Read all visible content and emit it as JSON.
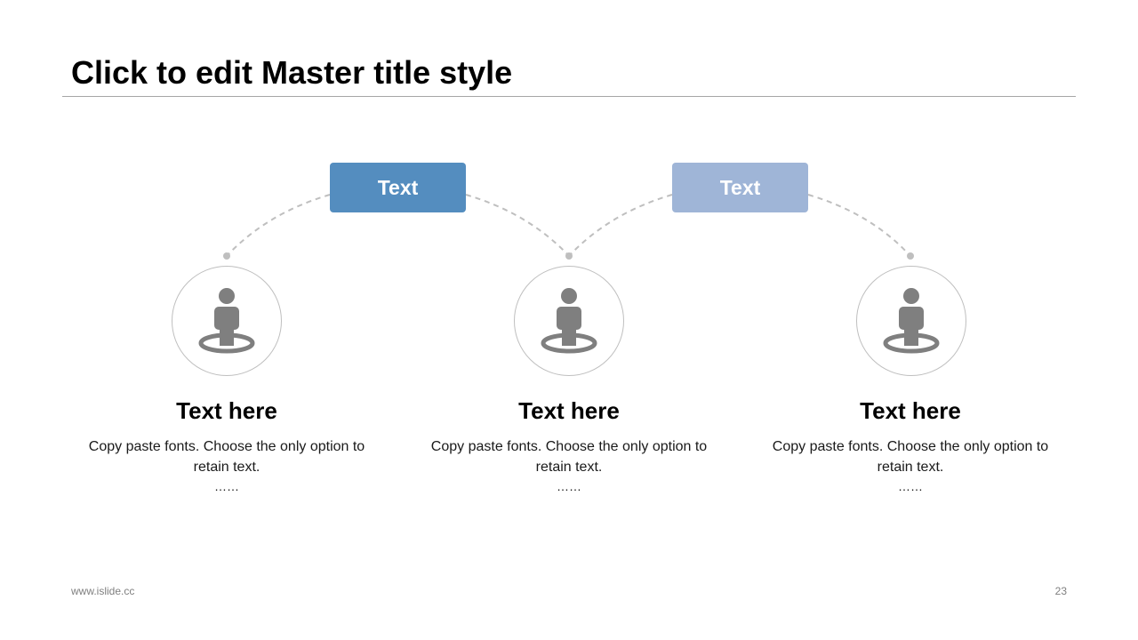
{
  "slide": {
    "title": "Click to edit Master title style",
    "footer_left": "www.islide.cc",
    "page_number": "23"
  },
  "tags": [
    {
      "label": "Text",
      "color": "#548dbf"
    },
    {
      "label": "Text",
      "color": "#9fb5d7"
    }
  ],
  "columns": [
    {
      "heading": "Text here",
      "body": "Copy paste fonts. Choose the only option to retain text.",
      "ellipsis": "……",
      "icon": "person-standing-icon"
    },
    {
      "heading": "Text here",
      "body": "Copy paste fonts. Choose the only option to retain text.",
      "ellipsis": "……",
      "icon": "person-standing-icon"
    },
    {
      "heading": "Text here",
      "body": "Copy paste fonts. Choose the only option to retain text.",
      "ellipsis": "……",
      "icon": "person-standing-icon"
    }
  ],
  "colors": {
    "icon": "#7f7f7f",
    "circle_border": "#bfbfbf",
    "connector": "#bfbfbf",
    "rule": "#a6a6a6"
  }
}
